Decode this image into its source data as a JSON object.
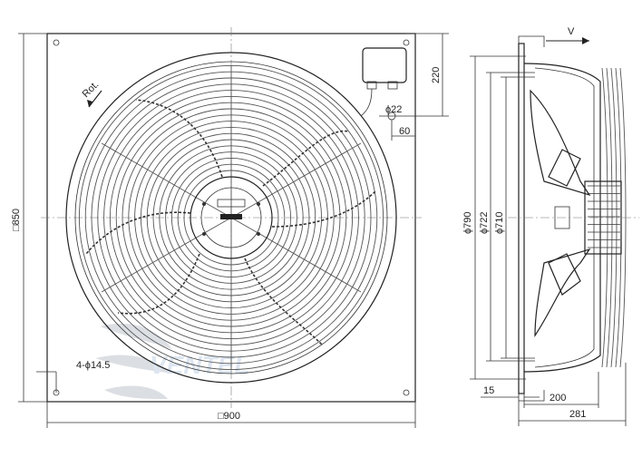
{
  "front_view": {
    "rotation_label": "Rot.",
    "dim_width": "□900",
    "dim_height": "□850",
    "dim_box_offset": "220",
    "dim_cable_gland": "ϕ22",
    "dim_gland_offset": "60",
    "dim_holes": "4-ϕ14.5"
  },
  "side_view": {
    "airflow_label": "V",
    "dim_outer_dia": "ϕ790",
    "dim_mid_dia": "ϕ722",
    "dim_inner_dia": "ϕ710",
    "dim_plate": "15",
    "dim_depth_motor": "200",
    "dim_depth_total": "281"
  },
  "watermark": {
    "text": "VENTEL"
  }
}
